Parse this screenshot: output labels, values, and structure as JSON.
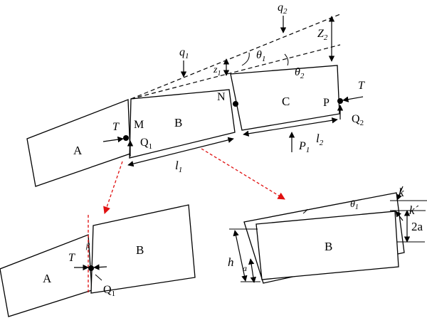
{
  "labels": {
    "block_a": "A",
    "block_b": "B",
    "block_c": "C",
    "point_m": "M",
    "point_n": "N",
    "point_p": "P",
    "t_left": "T",
    "t_right": "T",
    "q1_force": "Q",
    "q1_sub": "1",
    "q2_force": "Q",
    "q2_sub": "2",
    "p1_force": "P",
    "p1_sub": "1",
    "l1": "l",
    "l1_sub": "1",
    "l2": "l",
    "l2_sub": "2",
    "q1_load": "q",
    "q1_load_sub": "1",
    "q2_load": "q",
    "q2_load_sub": "2",
    "z1": "z",
    "z1_sub": "1",
    "z2": "Z",
    "z2_sub": "2",
    "theta1": "θ",
    "theta1_sub": "1",
    "theta2": "θ",
    "theta2_sub": "2",
    "detail_left": {
      "block_a": "A",
      "block_b": "B",
      "t": "T",
      "beta": "β",
      "q1": "Q",
      "q1_sub": "1"
    },
    "detail_right": {
      "block_b": "B",
      "h": "h",
      "a": "a",
      "theta": "θ",
      "theta_sub": "1",
      "k": "k",
      "k_prime": "k´",
      "two_a": "2a"
    }
  },
  "colors": {
    "ink": "#000000",
    "pointer": "#e01010"
  }
}
